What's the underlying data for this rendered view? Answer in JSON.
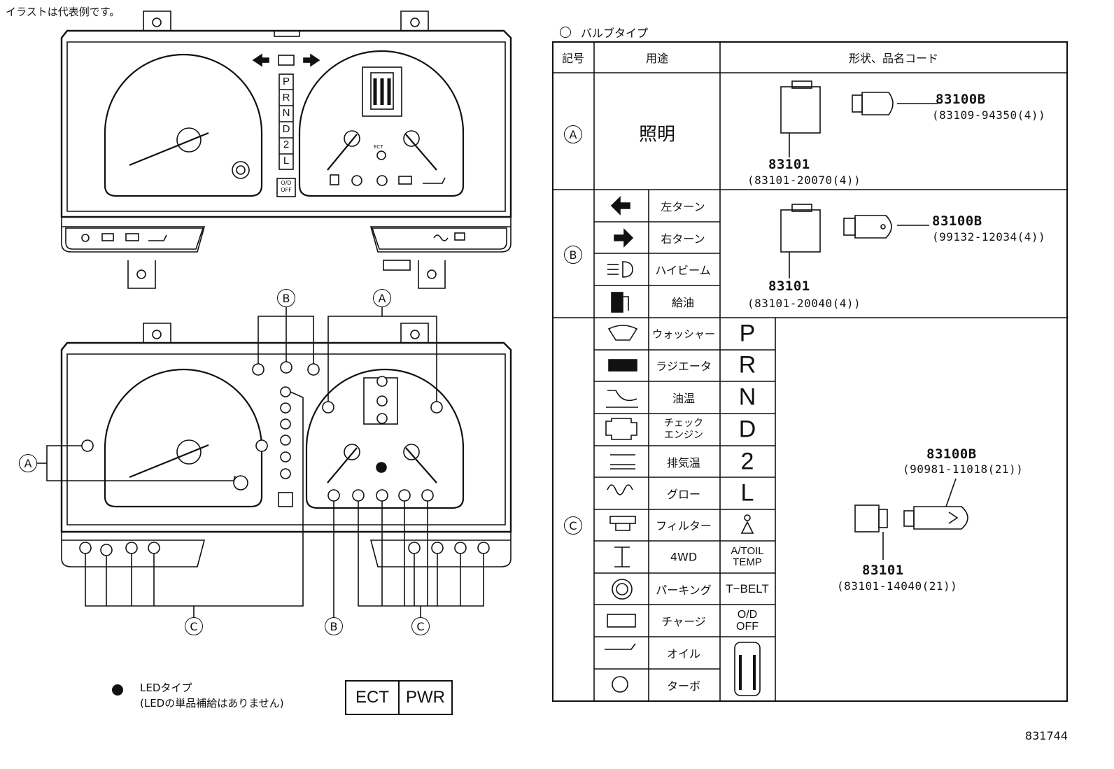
{
  "note": "イラストは代表例です。",
  "bulb_type_heading": "バルブタイプ",
  "table": {
    "headers": {
      "symbol": "記号",
      "usage": "用途",
      "shape_code": "形状、品名コード"
    },
    "group_a": {
      "label": "A",
      "usage": "照明",
      "socket_part": "83101",
      "socket_code": "(83101-20070(4))",
      "bulb_part": "83100B",
      "bulb_code": "(83109-94350(4))"
    },
    "group_b": {
      "label": "B",
      "rows": [
        {
          "icon": "left-turn-arrow-icon",
          "label": "左ターン"
        },
        {
          "icon": "right-turn-arrow-icon",
          "label": "右ターン"
        },
        {
          "icon": "high-beam-icon",
          "label": "ハイビーム"
        },
        {
          "icon": "fuel-pump-icon",
          "label": "給油"
        }
      ],
      "socket_part": "83101",
      "socket_code": "(83101-20040(4))",
      "bulb_part": "83100B",
      "bulb_code": "(99132-12034(4))"
    },
    "group_c": {
      "label": "C",
      "rows": [
        {
          "icon": "washer-icon",
          "label": "ウォッシャー",
          "indicator": "P"
        },
        {
          "icon": "radiator-icon",
          "label": "ラジエータ",
          "indicator": "R"
        },
        {
          "icon": "oil-temp-icon",
          "label": "油温",
          "indicator": "N"
        },
        {
          "icon": "check-engine-icon",
          "label": "チェック\nエンジン",
          "indicator": "D"
        },
        {
          "icon": "exhaust-temp-icon",
          "label": "排気温",
          "indicator": "2"
        },
        {
          "icon": "glow-icon",
          "label": "グロー",
          "indicator": "L"
        },
        {
          "icon": "filter-icon",
          "label": "フィルター",
          "indicator": "seatbelt-icon"
        },
        {
          "icon": "4wd-icon",
          "label": "4WD",
          "indicator": "A/TOIL\nTEMP"
        },
        {
          "icon": "parking-brake-icon",
          "label": "パーキング",
          "indicator": "T−BELT"
        },
        {
          "icon": "battery-icon",
          "label": "チャージ",
          "indicator": "O/D\nOFF"
        },
        {
          "icon": "oil-can-icon",
          "label": "オイル",
          "indicator": "door-open-car-icon"
        },
        {
          "icon": "turbo-icon",
          "label": "ターボ",
          "indicator": ""
        }
      ],
      "socket_part": "83101",
      "socket_code": "(83101-14040(21))",
      "bulb_part": "83100B",
      "bulb_code": "(90981-11018(21))"
    }
  },
  "cluster": {
    "shift_letters": [
      "P",
      "R",
      "N",
      "D",
      "2",
      "L"
    ],
    "od_off": "O/D\nOFF",
    "ect_label": "ECT",
    "callouts": {
      "a": "A",
      "b": "B",
      "c": "C"
    }
  },
  "legend": {
    "led_line1": "LEDタイプ",
    "led_line2": "(LEDの単品補給はありません)",
    "ect": "ECT",
    "pwr": "PWR"
  },
  "figure_number": "831744"
}
